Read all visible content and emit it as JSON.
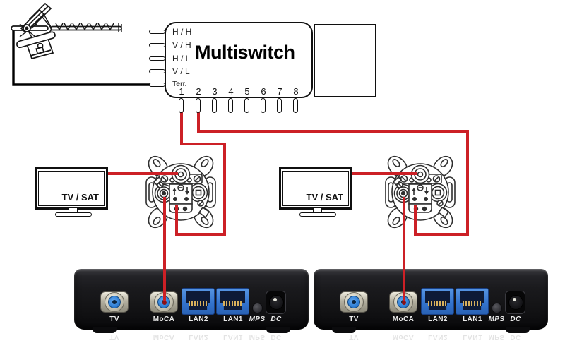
{
  "multiswitch": {
    "title": "Multiswitch",
    "inputs": [
      "H / H",
      "V / H",
      "H / L",
      "V / L",
      "Terr."
    ],
    "outputs": [
      "1",
      "2",
      "3",
      "4",
      "5",
      "6",
      "7",
      "8"
    ]
  },
  "tv": {
    "label": "TV / SAT"
  },
  "moca_adapter": {
    "ports": [
      "TV",
      "MoCA",
      "LAN2",
      "LAN1",
      "MPS",
      "DC"
    ]
  },
  "colors": {
    "cable_sat_red": "#cc2026",
    "cable_terrestrial_black": "#000000",
    "rj45_blue": "#3272cc",
    "fconnector_blue": "#2f7fd6"
  }
}
